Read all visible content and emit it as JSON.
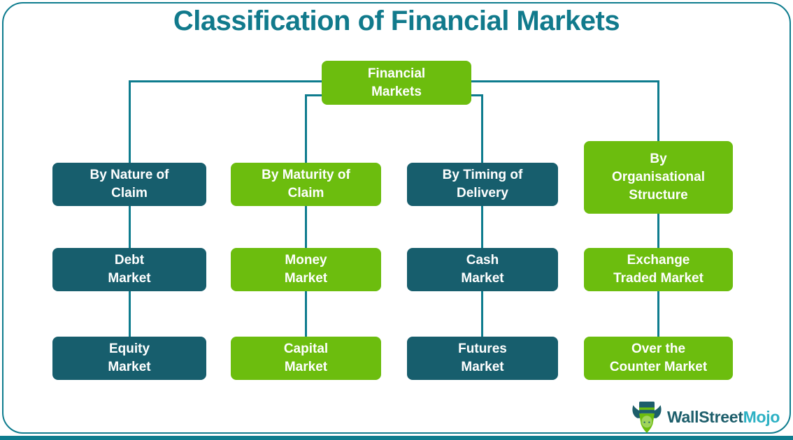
{
  "title": "Classification of Financial Markets",
  "colors": {
    "teal-box": "#175e6d",
    "green-box": "#6cbd0e",
    "line": "#0e7c8e",
    "title": "#117a8c",
    "text": "#ffffff",
    "logo-dark": "#1d5e6b",
    "logo-accent": "#2eb1c4"
  },
  "root": {
    "label": "Financial\nMarkets",
    "color": "green"
  },
  "columns": [
    {
      "header": "By Nature of\nClaim",
      "color": "teal",
      "children": [
        "Debt\nMarket",
        "Equity\nMarket"
      ]
    },
    {
      "header": "By Maturity of\nClaim",
      "color": "green",
      "children": [
        "Money\nMarket",
        "Capital\nMarket"
      ]
    },
    {
      "header": "By Timing of\nDelivery",
      "color": "teal",
      "children": [
        "Cash\nMarket",
        "Futures\nMarket"
      ]
    },
    {
      "header": "By\nOrganisational\nStructure",
      "color": "green",
      "children": [
        "Exchange\nTraded Market",
        "Over the\nCounter Market"
      ]
    }
  ],
  "logo": {
    "icon": "bull-mascot-icon",
    "brand_primary": "WallStreet",
    "brand_secondary": "Mojo"
  }
}
